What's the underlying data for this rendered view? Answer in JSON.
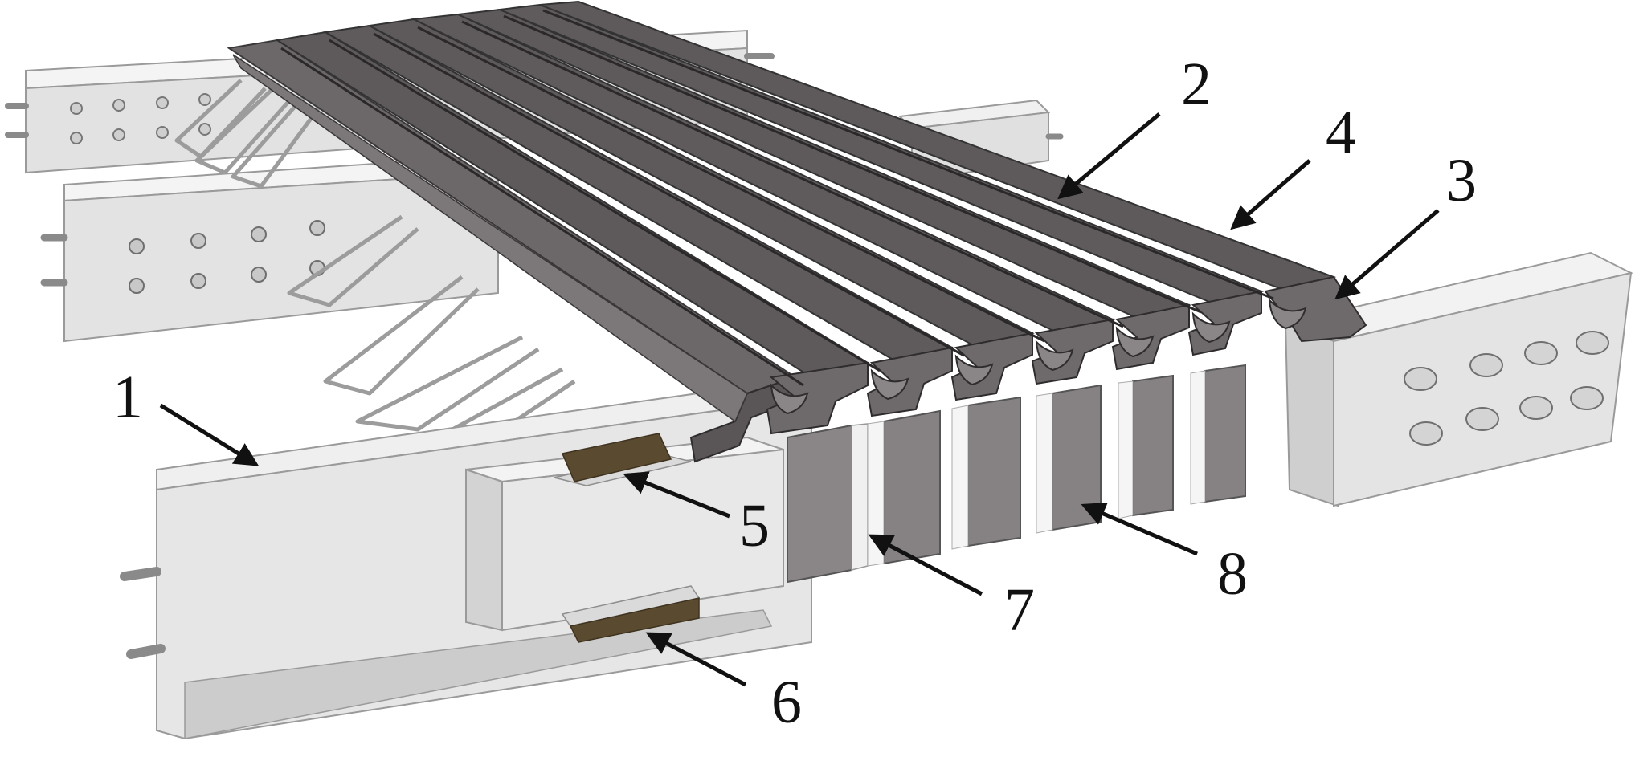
{
  "diagram": {
    "colors": {
      "background": "#ffffff",
      "steel_face": "#e4e4e4",
      "steel_light": "#f2f2f2",
      "steel_edge": "#9a9a9a",
      "steel_shadow": "#c8c8c8",
      "profile_top": "#5b5758",
      "profile_side": "#6e6a6b",
      "profile_dark": "#3a3738",
      "profile_light": "#8c8889",
      "seal": "#7e7a7b",
      "pad_wood": "#5a4a30",
      "pad_plate": "#d6d6d6",
      "rod": "#d8d8d8",
      "callout": "#111111"
    },
    "callouts": [
      {
        "id": "1",
        "label": "1"
      },
      {
        "id": "2",
        "label": "2"
      },
      {
        "id": "3",
        "label": "3"
      },
      {
        "id": "4",
        "label": "4"
      },
      {
        "id": "5",
        "label": "5"
      },
      {
        "id": "6",
        "label": "6"
      },
      {
        "id": "7",
        "label": "7"
      },
      {
        "id": "8",
        "label": "8"
      }
    ]
  }
}
